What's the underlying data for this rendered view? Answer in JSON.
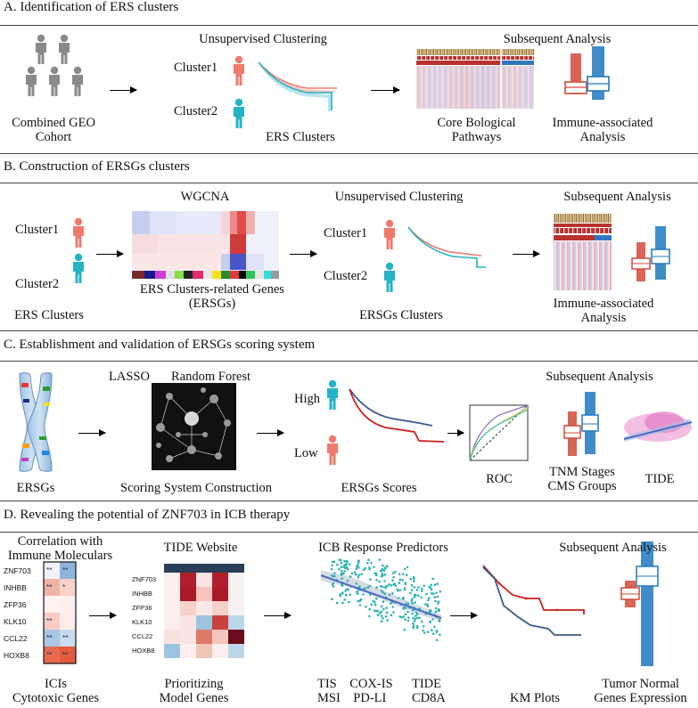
{
  "sections": {
    "a": {
      "title": "A. Identification of ERS clusters",
      "cohort_label": "Combined GEO\nCohort",
      "clustering_title": "Unsupervised Clustering",
      "cluster1": "Cluster1",
      "cluster2": "Cluster2",
      "ers_clusters": "ERS Clusters",
      "subsequent_title": "Subsequent Analysis",
      "pathways_label": "Core Bological\nPathways",
      "immune_label": "Immune-associated\nAnalysis"
    },
    "b": {
      "title": "B. Construction of  ERSGs clusters",
      "cluster1": "Cluster1",
      "cluster2": "Cluster2",
      "ers_clusters": "ERS Clusters",
      "wgcna_title": "WGCNA",
      "wgcna_label": "ERS Clusters-related Genes\n(ERSGs)",
      "clustering_title": "Unsupervised Clustering",
      "ersgs_cluster1": "Cluster1",
      "ersgs_cluster2": "Cluster2",
      "ersgs_clusters": "ERSGs Clusters",
      "subsequent_title": "Subsequent Analysis",
      "immune_label": "Immune-associated\nAnalysis"
    },
    "c": {
      "title": "C. Establishment and validation of ERSGs scoring system",
      "ersgs_label": "ERSGs",
      "lasso": "LASSO",
      "random_forest": "Random Forest",
      "scoring_label": "Scoring System Construction",
      "high": "High",
      "low": "Low",
      "scores_label": "ERSGs Scores",
      "subsequent_title": "Subsequent Analysis",
      "roc_label": "ROC",
      "tnm_label": "TNM Stages\nCMS Groups",
      "tide_label": "TIDE"
    },
    "d": {
      "title": "D. Revealing the potential of ZNF703 in ICB therapy",
      "correlation_title": "Correlation with\nImmune Moleculars",
      "genes": [
        "ZNF703",
        "INHBB",
        "ZFP36",
        "KLK10",
        "CCL22",
        "HOXB8"
      ],
      "stars": [
        [
          "**",
          "**"
        ],
        [
          "**",
          "*"
        ],
        [
          "",
          ""
        ],
        [
          "**",
          ""
        ],
        [
          "**",
          "**"
        ],
        [
          "**",
          "**"
        ]
      ],
      "icis_label": "ICIs\nCytotoxic Genes",
      "tide_website_title": "TIDE Website",
      "prioritizing_label": "Prioritizing\nModel Genes",
      "icb_title": "ICB Response Predictors",
      "predictors_left": "TIS    COX-IS\nMSI    PD-LI",
      "predictors_right": "TIDE\nCD8A",
      "subsequent_title": "Subsequent Analysis",
      "km_label": "KM Plots",
      "expression_label": "Tumor Normal\nGenes Expression"
    }
  },
  "colors": {
    "cluster_red": "#ee7a6e",
    "cluster_teal": "#22b3c4",
    "high_blue": "#3a5a8c",
    "low_red": "#cc1f1f",
    "box_red": "#d24a3a",
    "box_blue": "#1f78c0",
    "person_gray": "#8a8a8a"
  }
}
